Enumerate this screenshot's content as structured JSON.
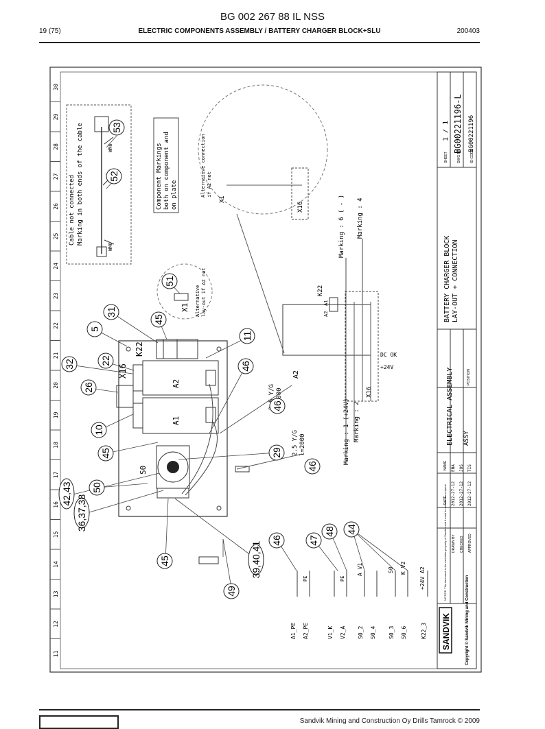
{
  "header": {
    "doc_number": "BG 002 267 88 IL NSS",
    "page": "19 (75)",
    "section_title": "ELECTRIC COMPONENTS ASSEMBLY / BATTERY CHARGER BLOCK+SLU",
    "date_code": "200403"
  },
  "footer": {
    "text": "Sandvik Mining and Construction Oy Drills Tamrock © 2009"
  },
  "drawing": {
    "zone_numbers": [
      "11",
      "12",
      "13",
      "14",
      "15",
      "16",
      "17",
      "18",
      "19",
      "20",
      "21",
      "22",
      "23",
      "24",
      "25",
      "26",
      "27",
      "28",
      "29",
      "30"
    ],
    "cable_note": [
      "Cable not connected",
      "Marking in both ends of the cable"
    ],
    "component_note": [
      "Component Markings",
      "both on component and",
      "on plate"
    ],
    "alt_connection": [
      "Alternative connection",
      "if A2 not"
    ],
    "alt_layout": [
      "Alternative",
      "lay-out if A2 not"
    ],
    "cable_labels": [
      "WM6",
      "WM6"
    ],
    "components": [
      "X16",
      "K22",
      "A2",
      "A1",
      "S0",
      "X1",
      "X1",
      "X16",
      "K22",
      "A2",
      "X16"
    ],
    "terminal_labels": [
      "DC OK",
      "+24V",
      "A1",
      "A2"
    ],
    "wire_labels": [
      "2.5 Y/G",
      "l=2000",
      "2.5 Y/G",
      "l=2000"
    ],
    "markings": [
      "Marking : 1 (+24V)",
      "Marking : 2",
      "Marking : 6 ( - )",
      "Marking : 4"
    ],
    "balloons": [
      "53",
      "52",
      "51",
      "31",
      "5",
      "45",
      "11",
      "32",
      "22",
      "26",
      "46",
      "10",
      "46",
      "45",
      "29",
      "46",
      "50",
      "42,43",
      "36,37,38",
      "45",
      "46",
      "47",
      "48",
      "44",
      "39,40,41",
      "49"
    ],
    "cable_list": [
      "A1_PE",
      "A2_PE",
      "V1_K",
      "V2_A",
      "S0_2",
      "S0_4",
      "S0_3",
      "S0_6",
      "K22_3"
    ],
    "cable_ends": [
      "PE",
      "PE",
      "A V1",
      "S0",
      "K V2",
      "+24V A2"
    ]
  },
  "title_block": {
    "sheet_label": "SHEET",
    "sheet": "1 / 1",
    "dwg_label": "DWG NR",
    "dwg_nr": "BG00221196-L",
    "id_label": "ID-CODE",
    "id_code": "BG00221196",
    "title_lines": [
      "BATTERY CHARGER BLOCK",
      "LAY-OUT + CONNECTION"
    ],
    "assembly": "ELECTRICAL ASSEMBLY",
    "assy": "ASSY",
    "position": "POSITION",
    "name_head": "NAME",
    "date_head": "DATE",
    "rows": [
      {
        "role": "DRAWN BY",
        "date": "2012-27-12",
        "name": "ENA"
      },
      {
        "role": "CHECKED",
        "date": "2012-27-12",
        "name": "JOS"
      },
      {
        "role": "APPROVED",
        "date": "2012-27-12",
        "name": "TIS"
      }
    ],
    "logo": "SANDVIK",
    "copyright": "Copyright © Sandvik Mining and Construction",
    "notice": "NOTICE: This document is the exclusive property of Sandvik and it must be returned on request"
  }
}
